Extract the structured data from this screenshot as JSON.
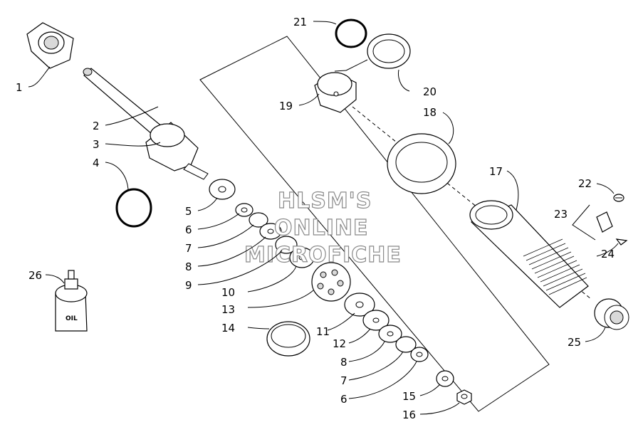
{
  "diagram": {
    "watermark": [
      "HLSM'S",
      "ONLINE",
      "MICROFICHE"
    ],
    "oil_label": "OIL",
    "callouts": [
      "1",
      "2",
      "3",
      "4",
      "5",
      "6",
      "7",
      "8",
      "9",
      "10",
      "11",
      "12",
      "13",
      "14",
      "15",
      "16",
      "17",
      "18",
      "19",
      "20",
      "21",
      "22",
      "23",
      "24",
      "25",
      "26",
      "8",
      "7",
      "6"
    ]
  }
}
